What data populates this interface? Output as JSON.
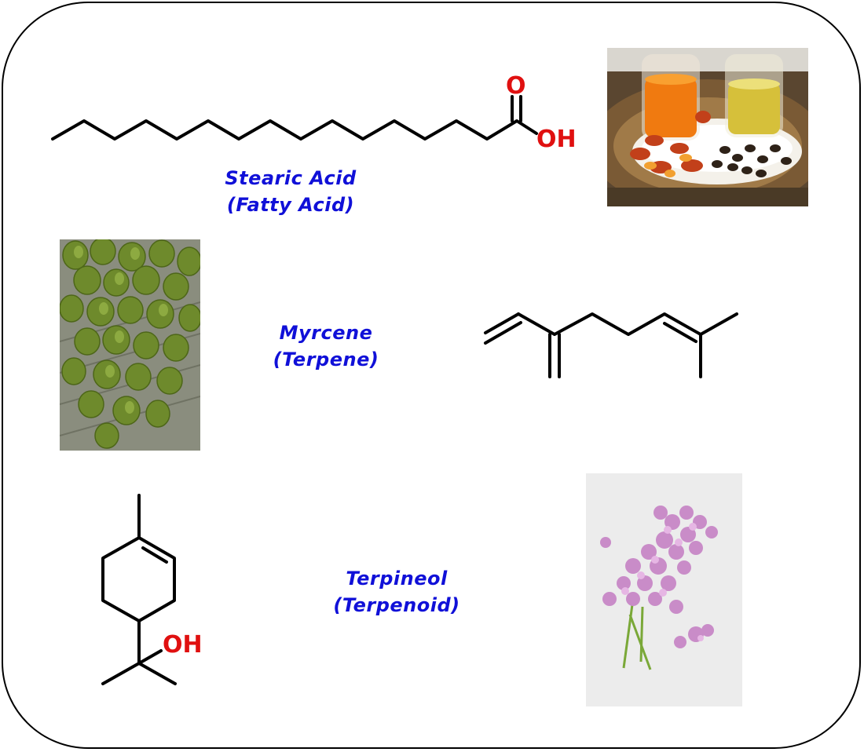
{
  "compounds": [
    {
      "name": "Stearic Acid",
      "class": "(Fatty Acid)",
      "photo_icon": "palm-oil-photo"
    },
    {
      "name": "Myrcene",
      "class": "(Terpene)",
      "photo_icon": "hops-photo"
    },
    {
      "name": "Terpineol",
      "class": "(Terpenoid)",
      "photo_icon": "lilac-flowers-photo"
    }
  ],
  "atoms": {
    "carbonyl_o": "O",
    "acid_oh": "OH",
    "alcohol_oh": "OH"
  },
  "colors": {
    "label": "#1010d8",
    "heteroatom": "#e01010",
    "bond": "#000000",
    "frame": "#000000"
  }
}
